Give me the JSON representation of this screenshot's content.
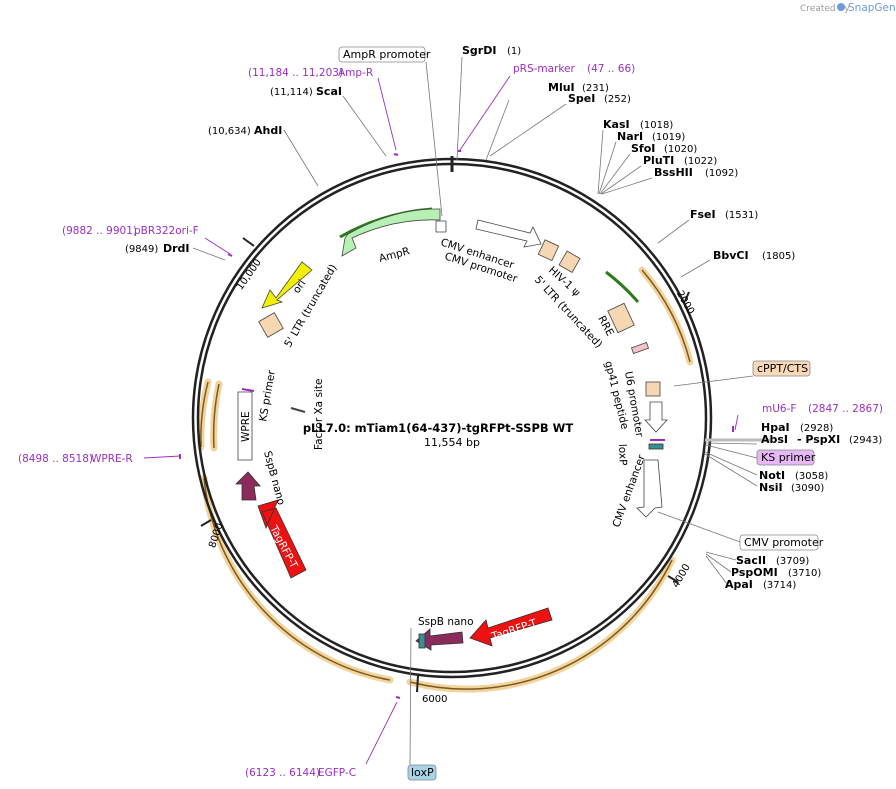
{
  "credit": {
    "prefix": "Created by",
    "brand": "SnapGene"
  },
  "map": {
    "title": "pLL7.0: mTiam1(64-437)-tgRFPt-SSPB WT",
    "size": "11,554 bp"
  },
  "ticks": [
    "2000",
    "4000",
    "6000",
    "8000",
    "10,000"
  ],
  "sites": [
    {
      "name": "SgrDI",
      "pos": "(1)"
    },
    {
      "name": "MluI",
      "pos": "(231)"
    },
    {
      "name": "SpeI",
      "pos": "(252)"
    },
    {
      "name": "KasI",
      "pos": "(1018)"
    },
    {
      "name": "NarI",
      "pos": "(1019)"
    },
    {
      "name": "SfoI",
      "pos": "(1020)"
    },
    {
      "name": "PluTI",
      "pos": "(1022)"
    },
    {
      "name": "BssHII",
      "pos": "(1092)"
    },
    {
      "name": "FseI",
      "pos": "(1531)"
    },
    {
      "name": "BbvCI",
      "pos": "(1805)"
    },
    {
      "name": "HpaI",
      "pos": "(2928)"
    },
    {
      "name": "AbsI",
      "extra": "- PspXI",
      "pos": "(2943)"
    },
    {
      "name": "NotI",
      "pos": "(3058)"
    },
    {
      "name": "NsiI",
      "pos": "(3090)"
    },
    {
      "name": "SacII",
      "pos": "(3709)"
    },
    {
      "name": "PspOMI",
      "pos": "(3710)"
    },
    {
      "name": "ApaI",
      "pos": "(3714)"
    },
    {
      "name": "ScaI",
      "pos": "(11,114)"
    },
    {
      "name": "AhdI",
      "pos": "(10,634)"
    },
    {
      "name": "DrdI",
      "pos": "(9849)"
    }
  ],
  "primers": [
    {
      "name": "pRS-marker",
      "pos": "(47 .. 66)"
    },
    {
      "name": "Amp-R",
      "pos": "(11,184 .. 11,203)"
    },
    {
      "name": "pBR322ori-F",
      "pos": "(9882 .. 9901)"
    },
    {
      "name": "mU6-F",
      "pos": "(2847 .. 2867)"
    },
    {
      "name": "WPRE-R",
      "pos": "(8498 .. 8518)"
    },
    {
      "name": "EGFP-C",
      "pos": "(6123 .. 6144)"
    }
  ],
  "boxed_labels": [
    "AmpR promoter",
    "cPPT/CTS",
    "KS primer",
    "CMV promoter",
    "loxP"
  ],
  "features": [
    "CMV enhancer",
    "CMV promoter",
    "HIV-1 ψ",
    "5' LTR (truncated)",
    "RRE",
    "gp41 peptide",
    "U6 promoter",
    "loxP",
    "CMV enhancer",
    "AmpR",
    "ori",
    "5' LTR (truncated)",
    "Factor Xa site",
    "KS primer",
    "WPRE",
    "SspB nano",
    "TagRFP-T",
    "SspB nano",
    "TagRFP-T"
  ],
  "colors": {
    "backbone": "#222222",
    "primer": "#9b2fc5",
    "orf_ring": "#e8b04a",
    "ampr": "#b6f0b3",
    "ori": "#f2f000",
    "ltr": "#f7d6b2",
    "tagrfp": "#ee1111",
    "sspb": "#8a2b5c",
    "loxp": "#3a8f95",
    "ks_fill": "#e6b8f5",
    "loxp_box": "#a6d4e6"
  }
}
